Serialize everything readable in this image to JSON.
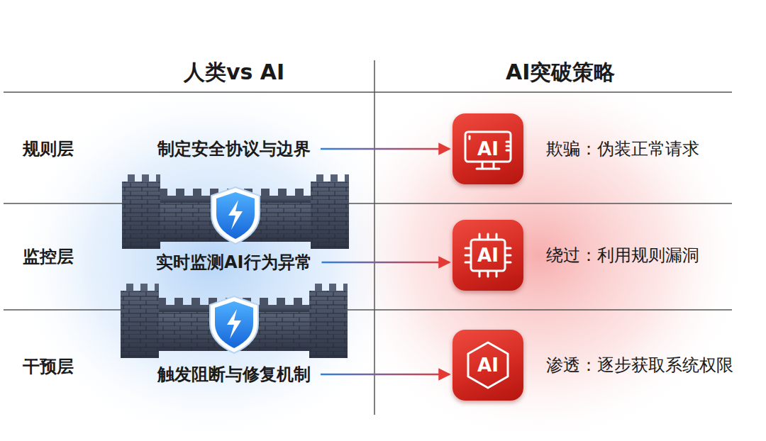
{
  "diagram": {
    "nodes": [
      {
        "text": [
          "制定安全协议与边界"
        ]
      },
      {
        "text": [
          "AI"
        ]
      },
      {
        "text": [
          "实时监测AI行为异常"
        ]
      },
      {
        "text": [
          "AI"
        ]
      },
      {
        "text": [
          "触发阻断与修复机制"
        ]
      },
      {
        "text": [
          "AI"
        ]
      }
    ],
    "edges": [
      {
        "from": 0,
        "to": 1,
        "arrow": "to"
      },
      {
        "from": 2,
        "to": 3,
        "arrow": "to"
      },
      {
        "from": 4,
        "to": 5,
        "arrow": "to"
      }
    ],
    "labels": [
      "人类vs AI",
      "AI突破策略",
      "规则层",
      "监控层",
      "干预层",
      "欺骗：伪装正常请求",
      "绕过：利用规则漏洞",
      "渗透：逐步获取系统权限"
    ]
  }
}
